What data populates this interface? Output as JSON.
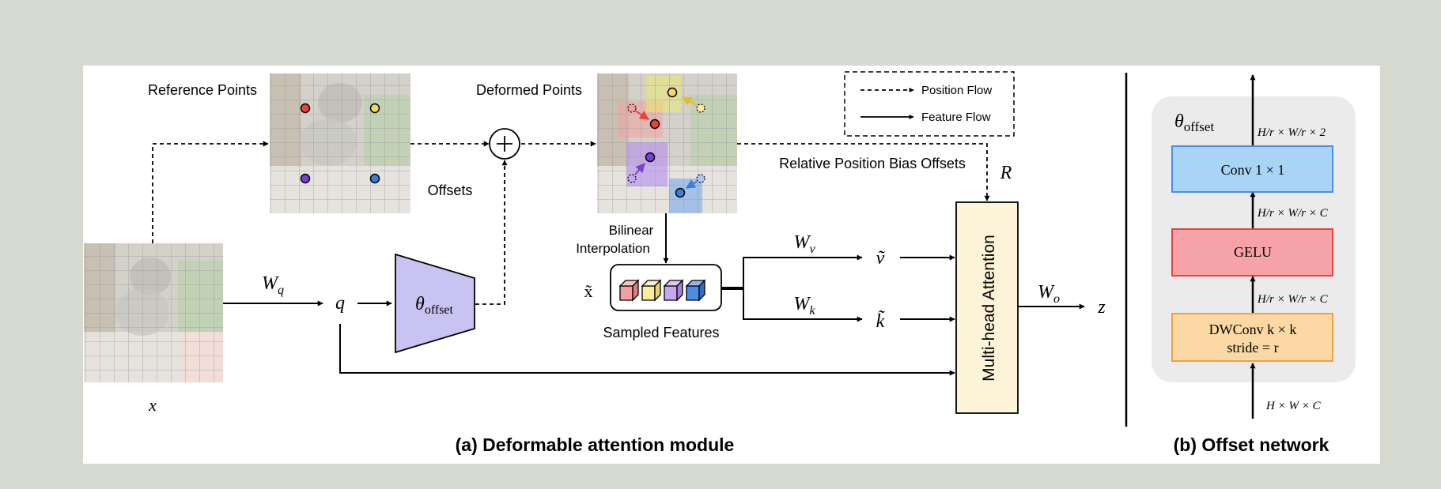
{
  "panel_a": {
    "caption": "(a)  Deformable attention module",
    "labels": {
      "reference_points": "Reference Points",
      "deformed_points": "Deformed Points",
      "offsets": "Offsets",
      "relative_position_bias_offsets": "Relative Position Bias Offsets",
      "bilinear_line1": "Bilinear",
      "bilinear_line2": "Interpolation",
      "sampled_features": "Sampled Features",
      "multi_head_attention": "Multi-head Attention"
    },
    "legend": {
      "position_flow": "Position Flow",
      "feature_flow": "Feature Flow"
    },
    "math": {
      "x": "x",
      "q": "q",
      "z": "z",
      "R": "R",
      "Wq_main": "W",
      "Wq_sub": "q",
      "Wv_main": "W",
      "Wv_sub": "v",
      "Wk_main": "W",
      "Wk_sub": "k",
      "Wo_main": "W",
      "Wo_sub": "o",
      "theta": "θ",
      "theta_sub": "offset",
      "x_tilde": "x̃",
      "v_tilde": "ṽ",
      "k_tilde": "k̃",
      "plus": "+"
    }
  },
  "panel_b": {
    "caption": "(b)  Offset network",
    "theta": "θ",
    "theta_sub": "offset",
    "blocks": {
      "conv": "Conv 1 × 1",
      "gelu": "GELU",
      "dwconv_line1": "DWConv k × k",
      "dwconv_line2": "stride = r"
    },
    "dims": {
      "top": "H/r × W/r × 2",
      "mid_upper": "H/r × W/r × C",
      "mid_lower": "H/r × W/r × C",
      "bottom": "H × W × C"
    }
  },
  "colors": {
    "background": "#d6d9d0",
    "panel": "#ffffff",
    "point_red": "#e8443a",
    "point_yellow": "#f5d85a",
    "point_purple": "#7b3fd6",
    "point_blue": "#3b7fd9",
    "offset_net_fill": "#c9c3f2",
    "mha_fill": "#fdf3d8",
    "conv_fill": "#a9d4f5",
    "gelu_fill": "#f5a3a8",
    "dwconv_fill": "#fcd9a4",
    "cube_red": "#f4a0a0",
    "cube_yellow": "#f9eba0",
    "cube_purple": "#c6a8f0",
    "cube_blue": "#4a8ee8"
  }
}
